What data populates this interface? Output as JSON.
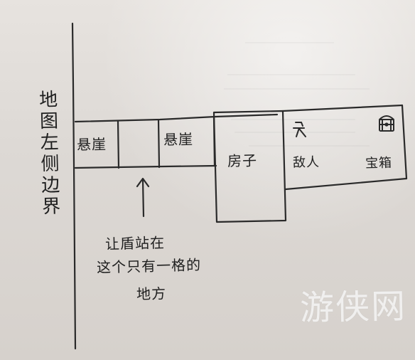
{
  "title": "",
  "labels": {
    "map_left_boundary": "地图左侧边界",
    "cliff_1": "悬崖",
    "cliff_2": "悬崖",
    "house": "房子",
    "enemy": "敌人",
    "treasure": "宝箱"
  },
  "note": {
    "line1": "让盾站在",
    "line2": "这个只有一格的",
    "line3": "地方"
  },
  "watermark": "游侠网",
  "icons": {
    "enemy": "stick-figure-icon",
    "treasure": "treasure-chest-icon"
  },
  "colors": {
    "ink": "#2a2a2a",
    "paper": "#ddd9d5",
    "watermark": "#ffffff"
  }
}
